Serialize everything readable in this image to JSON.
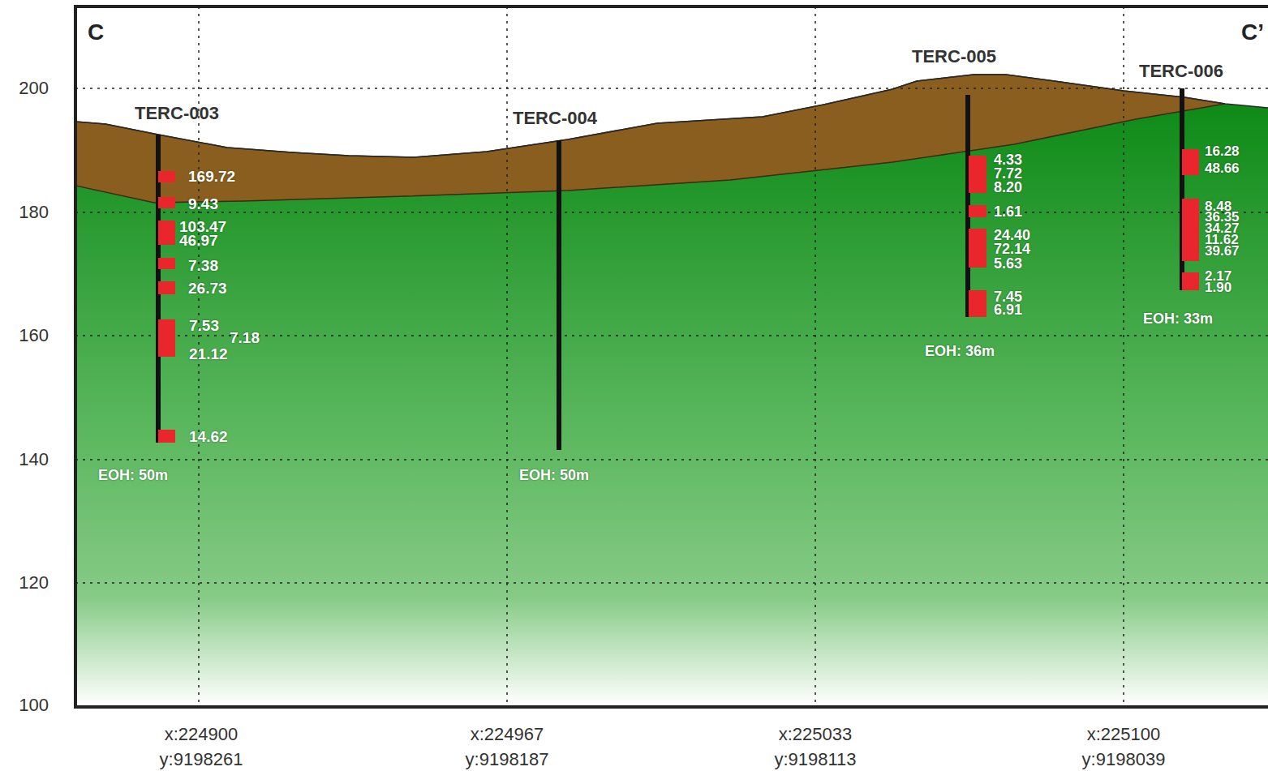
{
  "diagram": {
    "labels": [
      "C",
      "C’",
      "200",
      "180",
      "160",
      "140",
      "120",
      "100",
      "TERC-003",
      "TERC-004",
      "TERC-005",
      "TERC-006",
      "169.72",
      "9.43",
      "103.47",
      "46.97",
      "7.38",
      "26.73",
      "7.53",
      "7.18",
      "21.12",
      "14.62",
      "4.33",
      "7.72",
      "8.20",
      "1.61",
      "24.40",
      "72.14",
      "5.63",
      "7.45",
      "6.91",
      "16.28",
      "48.66",
      "8.48",
      "36.35",
      "34.27",
      "11.62",
      "39.67",
      "2.17",
      "1.90",
      "EOH: 50m",
      "EOH: 50m",
      "EOH: 36m",
      "EOH: 33m",
      "x:224900",
      "y:9198261",
      "x:224967",
      "y:9198187",
      "x:225033",
      "y:9198113",
      "x:225100",
      "y:9198039"
    ]
  }
}
